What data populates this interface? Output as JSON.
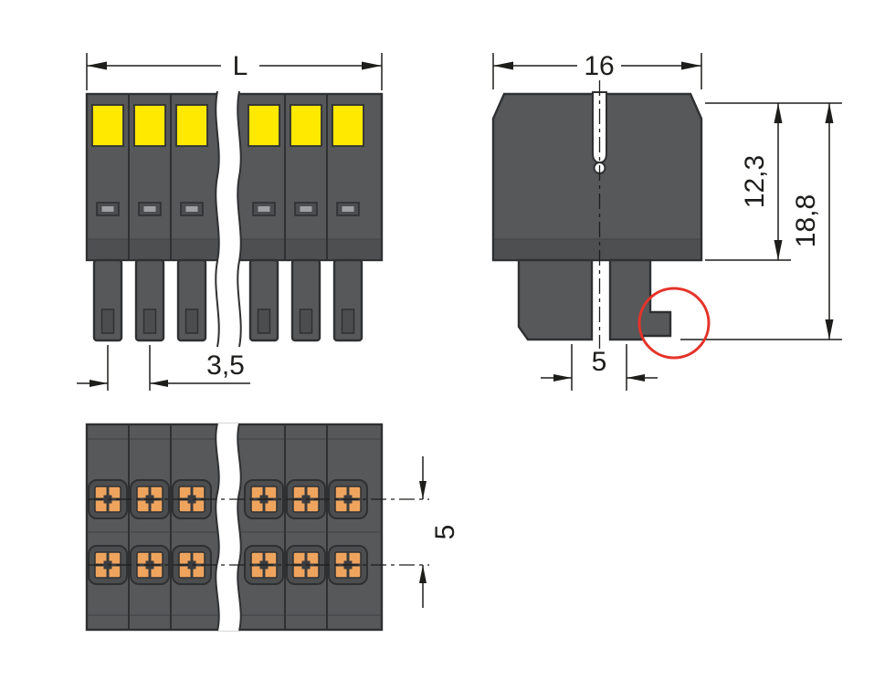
{
  "title": "Terminal block connector technical drawing",
  "colors": {
    "body": "#57585a",
    "body_dark": "#4c4d4f",
    "outline": "#2f3032",
    "button_yellow": "#ffe900",
    "clamp_orange": "#efa45e",
    "highlight_red": "#e5332a",
    "dimension": "#1d1d1b"
  },
  "views": {
    "front": {
      "dimensions": {
        "overall_length": "L",
        "pole_pitch": "3,5"
      }
    },
    "side": {
      "dimensions": {
        "overall_width": "16",
        "body_height": "12,3",
        "total_height": "18,8",
        "row_pitch": "5"
      }
    },
    "bottom": {
      "dimensions": {
        "row_pitch": "5"
      }
    }
  }
}
